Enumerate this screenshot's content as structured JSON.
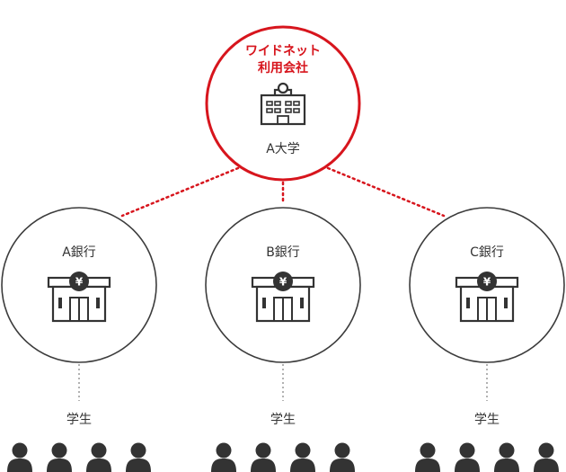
{
  "top_node": {
    "title_line1": "ワイドネット",
    "title_line2": "利用会社",
    "label": "A大学",
    "icon": "university-building-icon",
    "accent_color": "#d7151d"
  },
  "banks": [
    {
      "label": "A銀行",
      "icon": "bank-building-icon",
      "badge": "¥"
    },
    {
      "label": "B銀行",
      "icon": "bank-building-icon",
      "badge": "¥"
    },
    {
      "label": "C銀行",
      "icon": "bank-building-icon",
      "badge": "¥"
    }
  ],
  "students": [
    {
      "label": "学生",
      "icon": "person-icon"
    },
    {
      "label": "学生",
      "icon": "person-icon"
    },
    {
      "label": "学生",
      "icon": "person-icon"
    }
  ],
  "colors": {
    "accent": "#d7151d",
    "dark": "#333333",
    "line_gray": "#999999",
    "circle_border": "#3c3c3c"
  }
}
